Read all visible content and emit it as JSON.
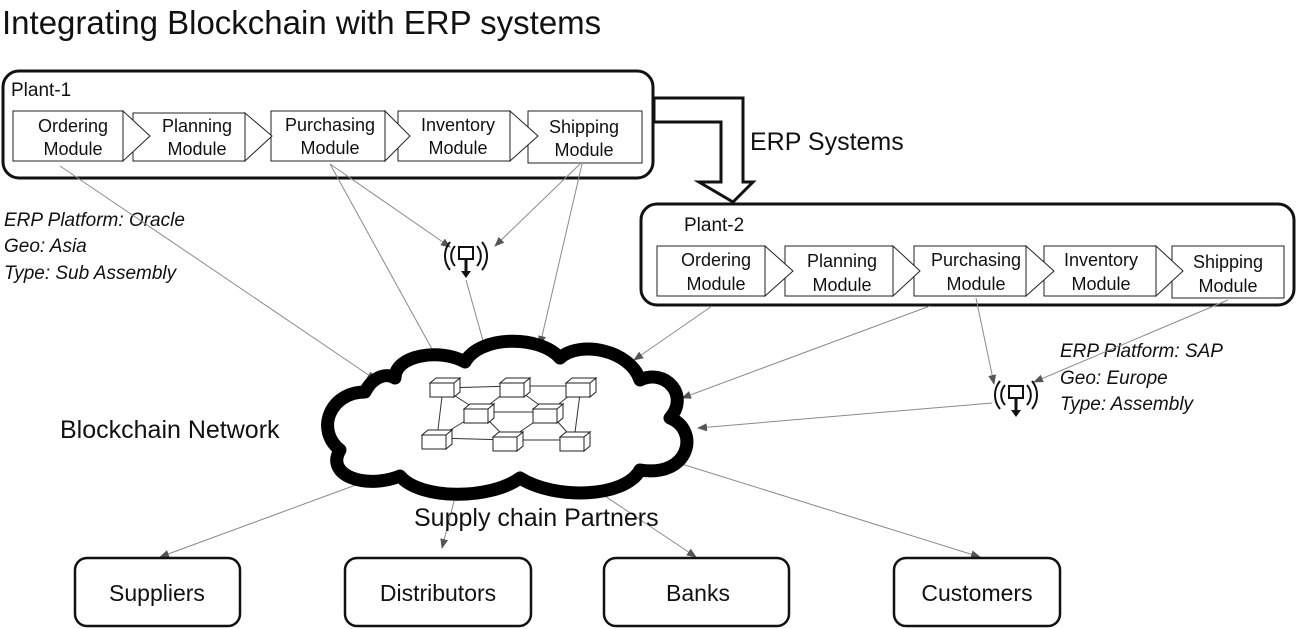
{
  "title": "Integrating Blockchain with ERP systems",
  "plant1": {
    "label": "Plant-1",
    "modules": [
      {
        "line1": "Ordering",
        "line2": "Module"
      },
      {
        "line1": "Planning",
        "line2": "Module"
      },
      {
        "line1": "Purchasing",
        "line2": "Module"
      },
      {
        "line1": "Inventory",
        "line2": "Module"
      },
      {
        "line1": "Shipping",
        "line2": "Module"
      }
    ],
    "meta": [
      "ERP Platform: Oracle",
      "Geo: Asia",
      "Type: Sub Assembly"
    ]
  },
  "plant2": {
    "label": "Plant-2",
    "modules": [
      {
        "line1": "Ordering",
        "line2": "Module"
      },
      {
        "line1": "Planning",
        "line2": "Module"
      },
      {
        "line1": "Purchasing",
        "line2": "Module"
      },
      {
        "line1": "Inventory",
        "line2": "Module"
      },
      {
        "line1": "Shipping",
        "line2": "Module"
      }
    ],
    "meta": [
      "ERP Platform: SAP",
      "Geo: Europe",
      "Type: Assembly"
    ]
  },
  "erp_systems_label": "ERP Systems",
  "blockchain_label": "Blockchain Network",
  "partners_label": "Supply chain Partners",
  "partners": [
    "Suppliers",
    "Distributors",
    "Banks",
    "Customers"
  ],
  "icons": [
    "antenna-icon",
    "antenna-icon",
    "block-node-icon"
  ]
}
